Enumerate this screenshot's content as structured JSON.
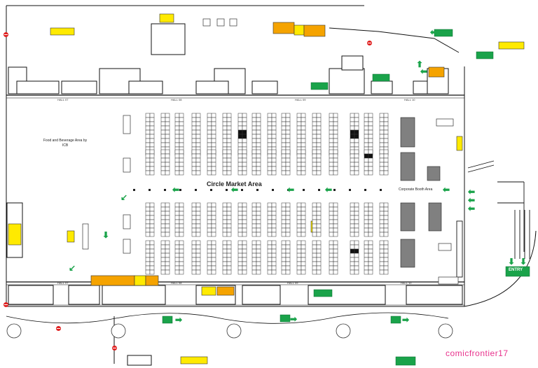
{
  "halls": {
    "top": [
      "HALL 07",
      "HALL 08",
      "HALL 09",
      "HALL 10"
    ],
    "bottom": [
      "HALL 07",
      "HALL 08",
      "HALL 09",
      "HALL 10"
    ]
  },
  "areas": {
    "food": "Food and Beverage Area by ICB",
    "circle": "Circle Market Area",
    "corporate": "Corporate Booth Area"
  },
  "entry": {
    "label": "ENTRY"
  },
  "logo": {
    "text": "comicfrontier17"
  },
  "colors": {
    "accent_green": "#1aa34a",
    "booth_orange": "#f5a300",
    "marker_yellow": "#ffea00",
    "logo_pink": "#e8328c"
  },
  "icons": [
    "green-arrow-icon",
    "no-entry-icon",
    "emergency-exit-icon"
  ]
}
